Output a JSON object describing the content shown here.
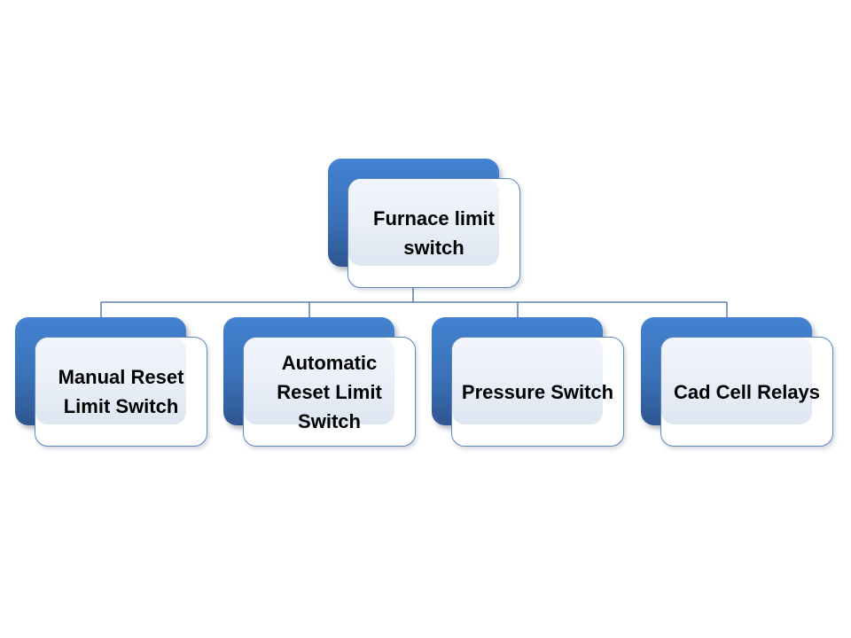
{
  "diagram": {
    "type": "org-hierarchy",
    "root": {
      "label": "Furnace limit switch"
    },
    "children": [
      {
        "label": "Manual Reset Limit Switch"
      },
      {
        "label": "Automatic Reset Limit Switch"
      },
      {
        "label": "Pressure Switch"
      },
      {
        "label": "Cad Cell Relays"
      }
    ],
    "colors": {
      "back_box_gradient_top": "#4383d1",
      "back_box_gradient_bottom": "#2f568f",
      "front_box_fill": "#ffffff",
      "front_box_border": "#5e88bd",
      "sheen_gradient_top": "#f2f5fb",
      "sheen_gradient_bottom": "#dde6f1",
      "connector": "#44689c",
      "text": "#000000",
      "background": "#ffffff"
    }
  }
}
